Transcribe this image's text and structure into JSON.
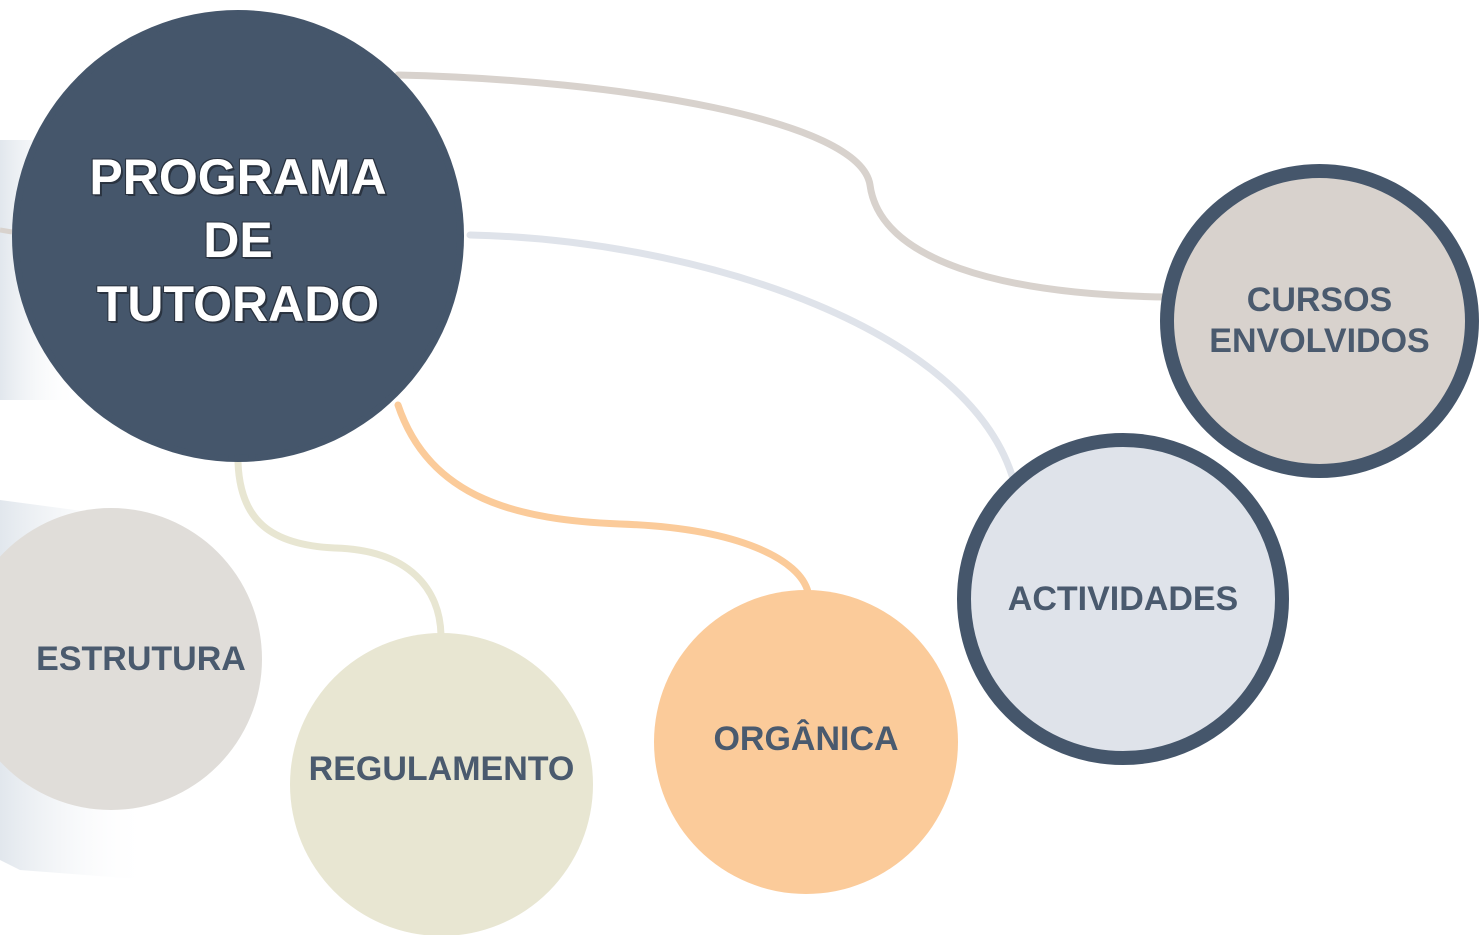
{
  "diagram": {
    "main": {
      "label": "PROGRAMA\nDE\nTUTORADO"
    },
    "nodes": {
      "cursos": {
        "label": "CURSOS\nENVOLVIDOS"
      },
      "actividades": {
        "label": "ACTIVIDADES"
      },
      "estrutura": {
        "label": "ESTRUTURA"
      },
      "regulamento": {
        "label": "REGULAMENTO"
      },
      "organica": {
        "label": "ORGÂNICA"
      }
    },
    "colors": {
      "main_fill": "#45566b",
      "main_text": "#ffffff",
      "node_text": "#4a5a6e",
      "cursos_fill": "#d8d2cd",
      "actividades_fill": "#dfe3ea",
      "estrutura_fill": "#e0ddd9",
      "regulamento_fill": "#e8e6d2",
      "organica_fill": "#fbcb9a",
      "ring": "#45566b",
      "connector_cursos": "#d8d2cd",
      "connector_actividades": "#dfe3ea",
      "connector_regulamento": "#e8e6d2",
      "connector_organica": "#fbcb9a"
    }
  }
}
